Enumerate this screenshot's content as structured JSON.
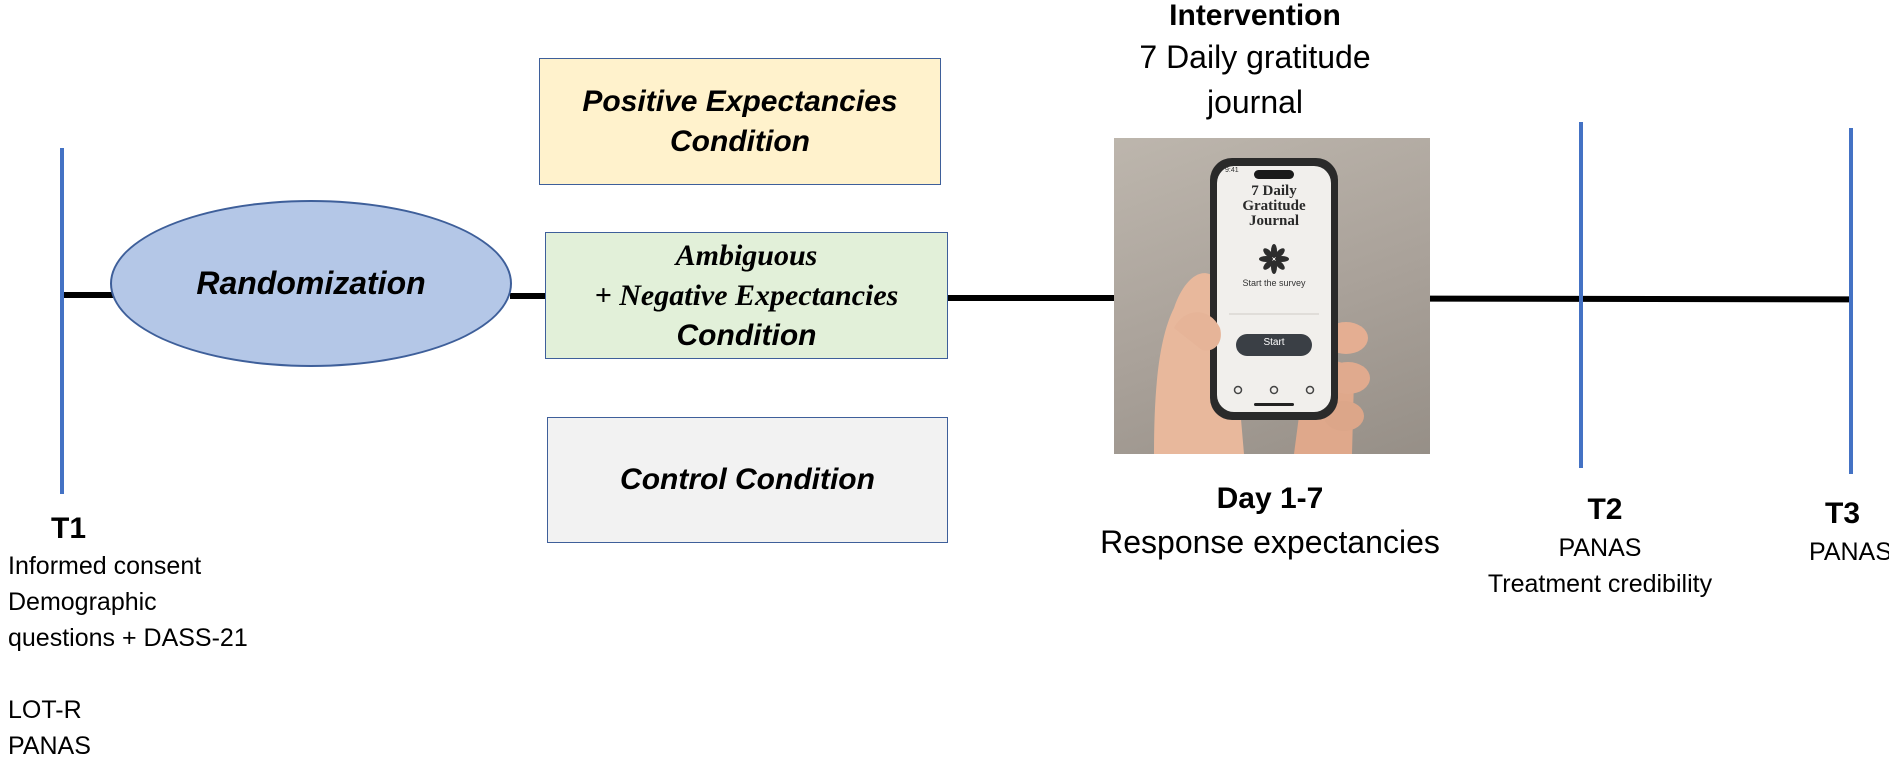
{
  "timepoints": {
    "t1": {
      "label": "T1",
      "items": [
        "Informed consent",
        "Demographic",
        "questions + DASS-21",
        "",
        "LOT-R",
        "PANAS"
      ]
    },
    "t2": {
      "label": "T2",
      "items": [
        "PANAS",
        "Treatment credibility"
      ]
    },
    "t3": {
      "label": "T3",
      "items": [
        "PANAS"
      ]
    }
  },
  "randomization": {
    "label": "Randomization"
  },
  "conditions": {
    "positive": {
      "line1": "Positive Expectancies",
      "line2": "Condition"
    },
    "ambiguous": {
      "line1": "Ambiguous",
      "line2": "+ Negative Expectancies",
      "line3": "Condition"
    },
    "control": {
      "label": "Control Condition"
    }
  },
  "intervention": {
    "title": "Intervention",
    "line1": "7 Daily gratitude",
    "line2": "journal",
    "phone": {
      "status_time": "9:41",
      "title_lines": [
        "7 Daily",
        "Gratitude",
        "Journal"
      ],
      "subtitle": "Start the survey",
      "button": "Start"
    }
  },
  "day": {
    "title": "Day 1-7",
    "subtitle": "Response expectancies"
  },
  "colors": {
    "timeline": "#000000",
    "marker": "#4472c4",
    "randomization_fill": "#b4c7e7",
    "positive_fill": "#fff2cc",
    "ambiguous_fill": "#e2f0d9",
    "control_fill": "#f2f2f2",
    "box_border": "#3e5f9a"
  }
}
